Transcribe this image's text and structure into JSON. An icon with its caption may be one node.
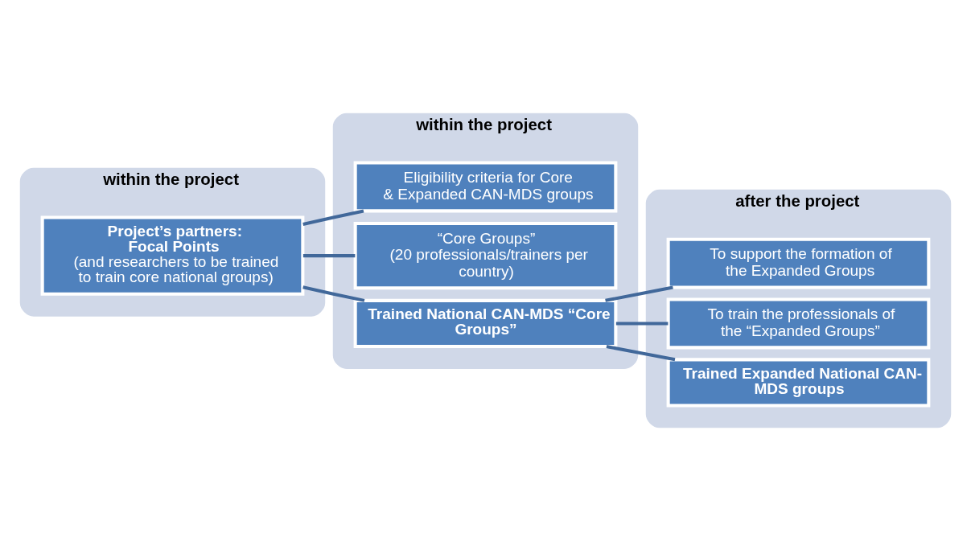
{
  "diagram": {
    "nodes": [
      {
        "text": [
          "within the project"
        ]
      },
      {
        "text": [
          "Project’s partners:",
          "Focal Points",
          "(and researchers to be trained to train core national groups)"
        ],
        "in": 0
      },
      {
        "text": [
          "within the project"
        ]
      },
      {
        "text": [
          "Eligibility criteria for Core & Expanded CAN-MDS groups"
        ],
        "in": 2
      },
      {
        "text": [
          "“Core Groups”",
          "(20 professionals/trainers per country)"
        ],
        "in": 2
      },
      {
        "text": [
          "Trained National CAN-MDS “Core Groups”"
        ],
        "in": 2
      },
      {
        "text": [
          "after the project"
        ]
      },
      {
        "text": [
          "To support the formation of the Expanded Groups"
        ],
        "in": 6
      },
      {
        "text": [
          "To train the professionals of the “Expanded Groups”"
        ],
        "in": 6
      },
      {
        "text": [
          "Trained Expanded National CAN-MDS groups"
        ],
        "in": 6
      }
    ],
    "edges": [
      {
        "from": 1,
        "to": 3,
        "arrow": "none"
      },
      {
        "from": 1,
        "to": 4,
        "arrow": "none"
      },
      {
        "from": 1,
        "to": 5,
        "arrow": "none"
      },
      {
        "from": 5,
        "to": 7,
        "arrow": "none"
      },
      {
        "from": 5,
        "to": 8,
        "arrow": "none"
      },
      {
        "from": 5,
        "to": 9,
        "arrow": "none"
      }
    ]
  }
}
